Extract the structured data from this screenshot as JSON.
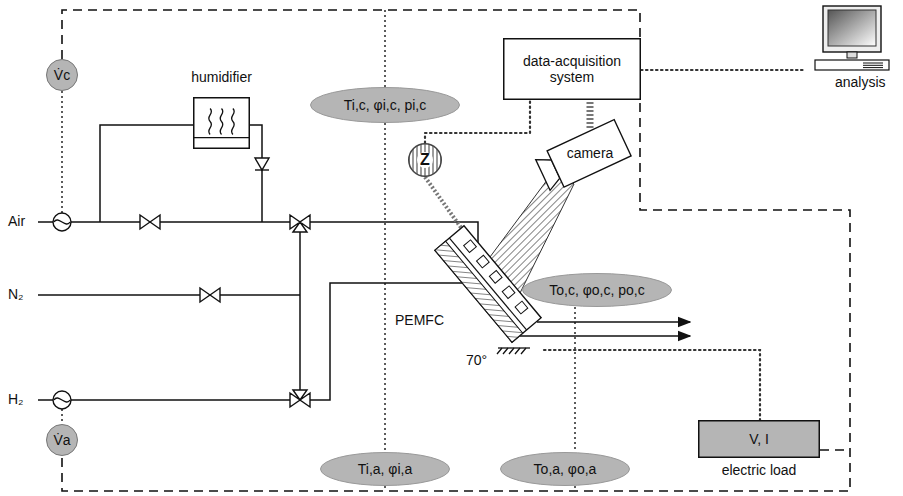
{
  "diagram": {
    "nodes": [
      {
        "text": [
          "V̇c"
        ]
      },
      {
        "text": [
          "humidifier"
        ]
      },
      {
        "text": [
          "data-acquisition system"
        ]
      },
      {
        "text": [
          "analysis"
        ]
      },
      {
        "text": [
          "Ti,c, φi,c, pi,c"
        ]
      },
      {
        "text": [
          "Z"
        ]
      },
      {
        "text": [
          "camera"
        ]
      },
      {
        "text": [
          "PEMFC"
        ]
      },
      {
        "text": [
          "To,c, φo,c, po,c"
        ]
      },
      {
        "text": [
          "V, I",
          "electric load"
        ]
      },
      {
        "text": [
          "V̇a"
        ]
      },
      {
        "text": [
          "Ti,a, φi,a"
        ]
      },
      {
        "text": [
          "To,a, φo,a"
        ]
      }
    ],
    "edges": [
      {
        "from": 2,
        "to": 3,
        "arrow": "none"
      },
      {
        "from": 5,
        "to": 2,
        "arrow": "none"
      },
      {
        "from": 6,
        "to": 2,
        "arrow": "none"
      },
      {
        "from": 7,
        "to": 9,
        "arrow": "none"
      }
    ],
    "labels": [
      "Air",
      "N₂",
      "H₂",
      "70°"
    ]
  }
}
